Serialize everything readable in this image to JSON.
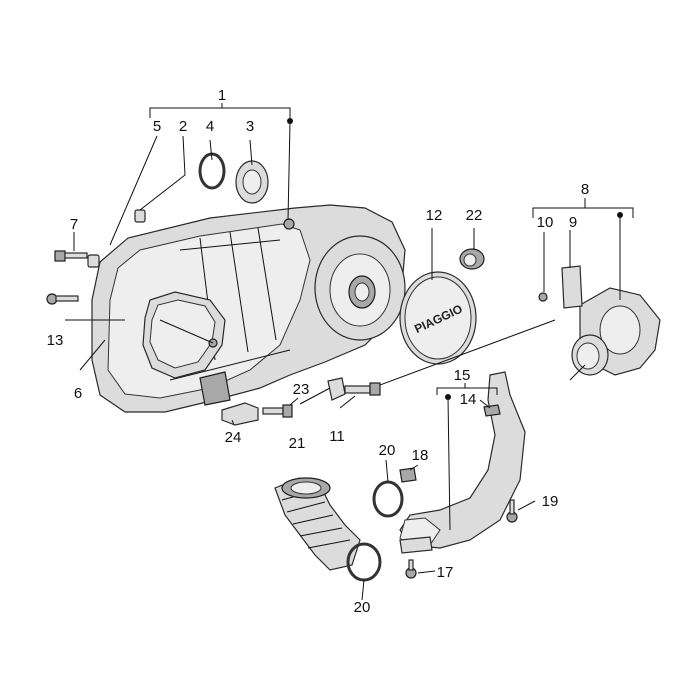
{
  "labels": {
    "l1": "1",
    "l2": "2",
    "l3": "3",
    "l4": "4",
    "l5": "5",
    "l6": "6",
    "l7": "7",
    "l8": "8",
    "l9": "9",
    "l10": "10",
    "l11": "11",
    "l12": "12",
    "l13": "13",
    "l14": "14",
    "l15": "15",
    "l17": "17",
    "l18": "18",
    "l19": "19",
    "l20a": "20",
    "l20b": "20",
    "l21": "21",
    "l22": "22",
    "l23": "23",
    "l24": "24"
  },
  "logo": {
    "text": "PIAGGIO"
  }
}
